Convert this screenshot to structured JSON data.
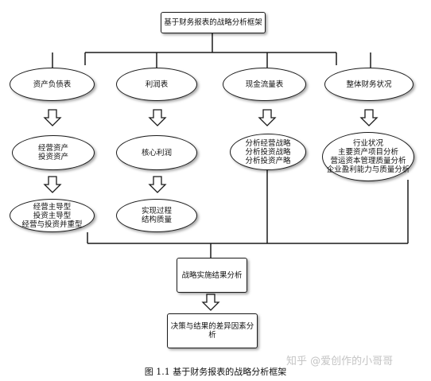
{
  "diagram": {
    "title_box": "基于财务报表的战略分析框架",
    "level1": {
      "balance_sheet": "资产负债表",
      "income_statement": "利润表",
      "cash_flow": "现金流量表",
      "overall_finance": "整体财务状况"
    },
    "level2": {
      "balance_sheet": [
        "经营资产",
        "投资资产"
      ],
      "income_statement": [
        "核心利润"
      ],
      "cash_flow": [
        "分析经营战略",
        "分析投资战略",
        "分析投资产略"
      ],
      "overall_finance": [
        "行业状况",
        "主要资产项目分析",
        "营运资本管理质量分析",
        "企业盈利能力与质量分析"
      ]
    },
    "level3": {
      "balance_sheet": [
        "经营主导型",
        "投资主导型",
        "经营与投资并重型"
      ],
      "income_statement": [
        "实现过程",
        "结构质量"
      ]
    },
    "strategy_result": "战略实施结果分析",
    "decision_analysis": "决策与结果的差异因素分析"
  },
  "caption": "图 1.1   基于财务报表的战略分析框架",
  "watermark": "知乎 @爱创作的小哥哥"
}
